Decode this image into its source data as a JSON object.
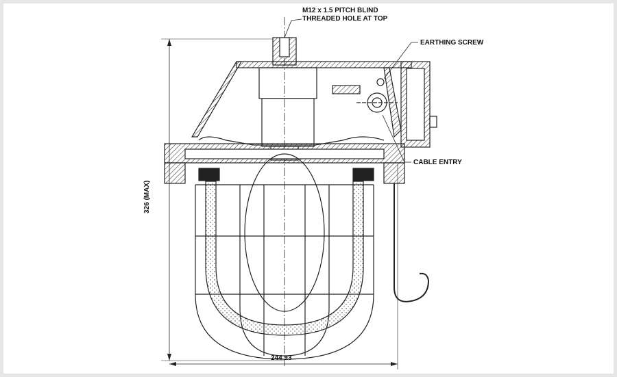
{
  "annotations": {
    "thread_line1": "M12 x 1.5 PITCH BLIND",
    "thread_line2": "THREADED HOLE AT TOP",
    "earthing": "EARTHING SCREW",
    "cable": "CABLE ENTRY"
  },
  "dimensions": {
    "height": "326 (MAX)",
    "width": "244 ±3"
  },
  "colors": {
    "line": "#222222",
    "border": "#e6e6e6"
  }
}
